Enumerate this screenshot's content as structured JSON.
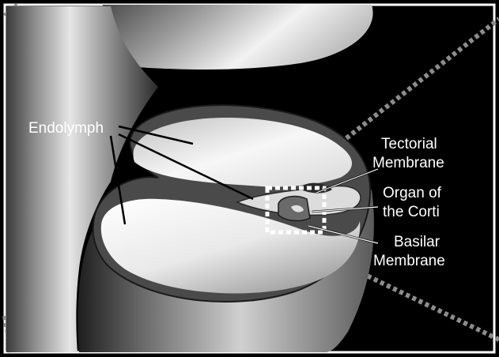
{
  "labels": {
    "endolymph": "Endolymph",
    "tectorial_1": "Tectorial",
    "tectorial_2": "Membrane",
    "organ_1": "Organ of",
    "organ_2": "the Corti",
    "basilar_1": "Basilar",
    "basilar_2": "Membrane"
  },
  "colors": {
    "background": "#000000",
    "frame": "#ffffff",
    "callout_box": "#ffffff",
    "zoom_lines": "#8c8c8c",
    "label_text": "#ffffff",
    "leader_lines": "#000000"
  }
}
